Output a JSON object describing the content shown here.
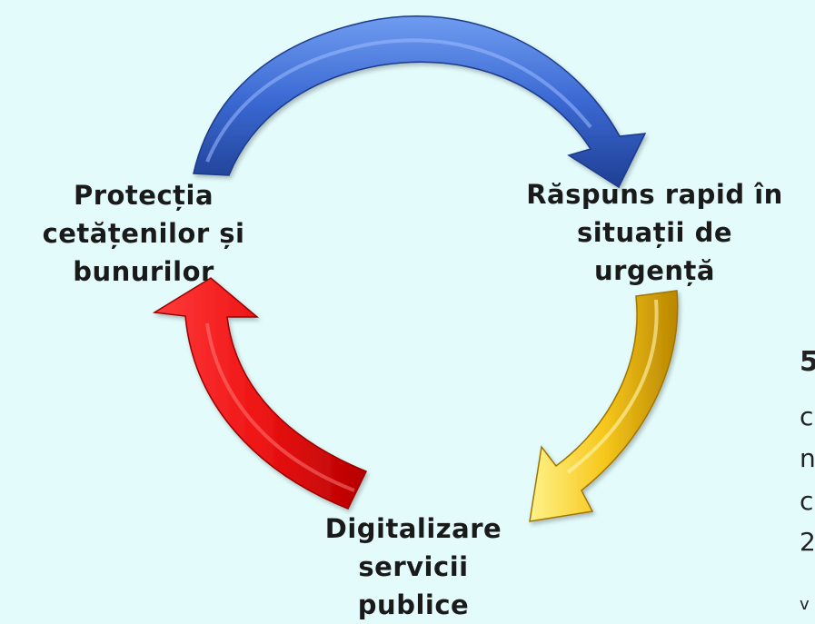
{
  "diagram": {
    "nodes": [
      {
        "id": "protection",
        "lines": [
          "Protecția",
          "cetățenilor și",
          "bunurilor"
        ]
      },
      {
        "id": "response",
        "lines": [
          "Răspuns rapid în",
          "situații de",
          "urgență"
        ]
      },
      {
        "id": "digital",
        "lines": [
          "Digitalizare",
          "servicii",
          "publice"
        ]
      }
    ],
    "arrows": [
      {
        "from": "protection",
        "to": "response",
        "color": "#3e6fd6"
      },
      {
        "from": "response",
        "to": "digital",
        "color": "#f2c21c"
      },
      {
        "from": "digital",
        "to": "protection",
        "color": "#ee1a1a"
      }
    ]
  },
  "side_text": {
    "heading": "5",
    "lines": [
      "c",
      "n",
      "c",
      "2"
    ],
    "footnote": "v"
  },
  "colors": {
    "background": "#e3fbfb",
    "blue_arrow": "#3e6fd6",
    "yellow_arrow": "#f2c21c",
    "red_arrow": "#ee1a1a"
  }
}
